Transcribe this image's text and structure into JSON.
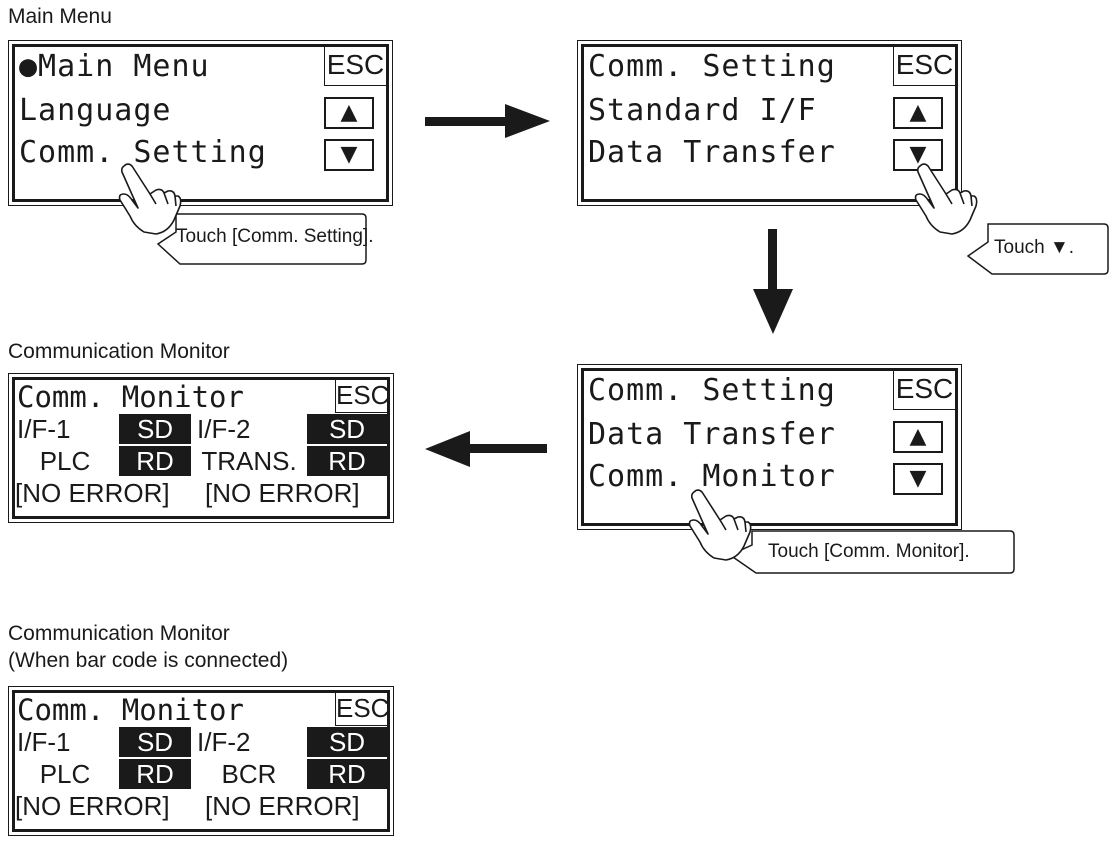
{
  "captions": {
    "main_menu": "Main Menu",
    "comm_monitor": "Communication Monitor",
    "comm_monitor_bcr_line1": "Communication Monitor",
    "comm_monitor_bcr_line2": "(When bar code is connected)"
  },
  "screen_main": {
    "title": "●Main Menu",
    "esc": "ESC",
    "item1": "Language",
    "item2": "Comm. Setting",
    "up": "▲",
    "down": "▼"
  },
  "screen_comm1": {
    "title": "Comm. Setting",
    "esc": "ESC",
    "item1": "Standard I/F",
    "item2": "Data Transfer",
    "up": "▲",
    "down": "▼"
  },
  "screen_comm2": {
    "title": "Comm. Setting",
    "esc": "ESC",
    "item1": "Data Transfer",
    "item2": "Comm. Monitor",
    "up": "▲",
    "down": "▼"
  },
  "monitor_plc": {
    "title": "Comm. Monitor",
    "esc": "ESC",
    "if1": "I/F-1",
    "if2": "I/F-2",
    "sd1": "SD",
    "sd2": "SD",
    "dev1": "PLC",
    "dev2": "TRANS.",
    "rd1": "RD",
    "rd2": "RD",
    "err1": "[NO ERROR]",
    "err2": "[NO ERROR]"
  },
  "monitor_bcr": {
    "title": "Comm. Monitor",
    "esc": "ESC",
    "if1": "I/F-1",
    "if2": "I/F-2",
    "sd1": "SD",
    "sd2": "SD",
    "dev1": "PLC",
    "dev2": "BCR",
    "rd1": "RD",
    "rd2": "RD",
    "err1": "[NO ERROR]",
    "err2": "[NO ERROR]"
  },
  "callouts": {
    "touch_comm_setting": "Touch [Comm. Setting].",
    "touch_down": "Touch ▼.",
    "touch_comm_monitor": "Touch [Comm. Monitor]."
  }
}
